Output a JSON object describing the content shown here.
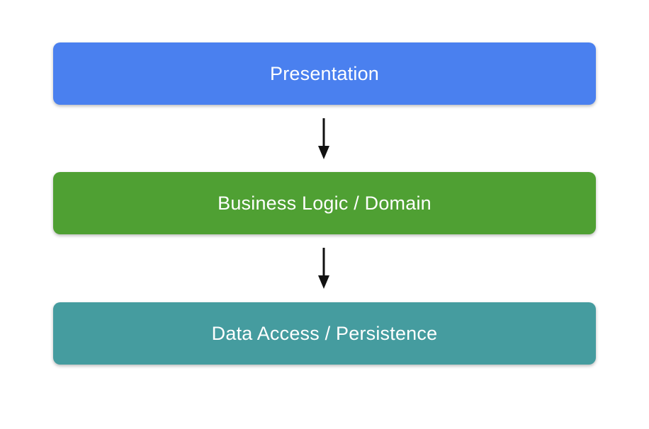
{
  "diagram": {
    "type": "layered-architecture-flow",
    "background_color": "#ffffff",
    "text_color": "#ffffff",
    "arrow_color": "#111111",
    "layers": [
      {
        "id": "presentation",
        "label": "Presentation",
        "color": "#4a80ef"
      },
      {
        "id": "business",
        "label": "Business Logic / Domain",
        "color": "#4fa033"
      },
      {
        "id": "data",
        "label": "Data Access / Persistence",
        "color": "#459c9f"
      }
    ],
    "connections": [
      {
        "from": "presentation",
        "to": "business",
        "style": "down-arrow"
      },
      {
        "from": "business",
        "to": "data",
        "style": "down-arrow"
      }
    ]
  }
}
